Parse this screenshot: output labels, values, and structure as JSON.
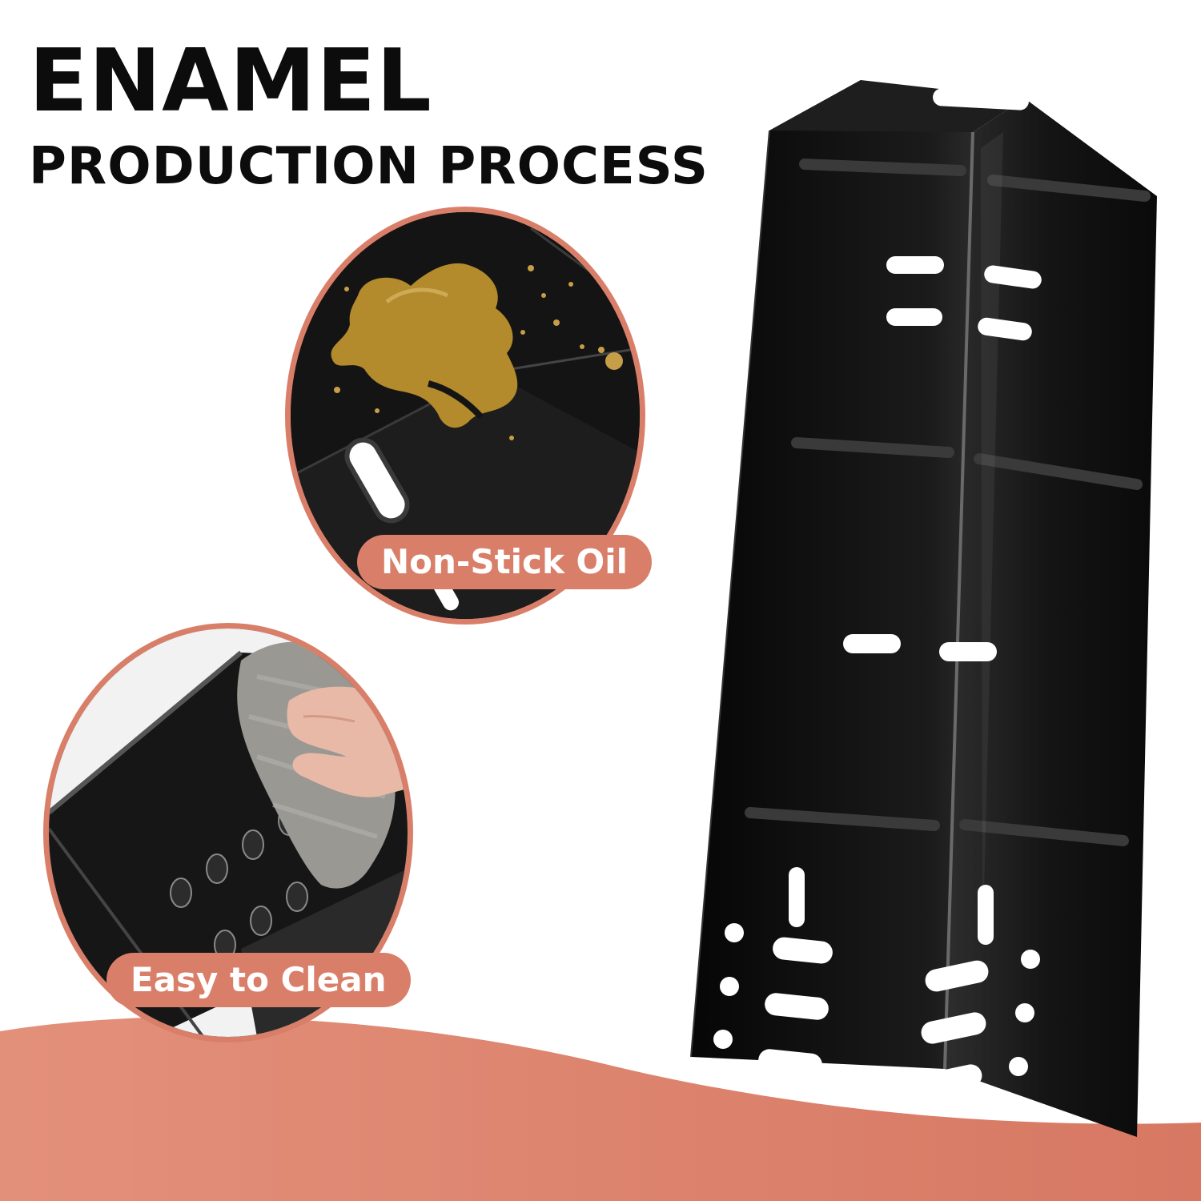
{
  "headline": {
    "line1": "ENAMEL",
    "line2": "PRODUCTION PROCESS"
  },
  "features": [
    {
      "label": "Non-Stick Oil",
      "icon": "oil-stain-photo"
    },
    {
      "label": "Easy to Clean",
      "icon": "wiping-cloth-photo"
    }
  ],
  "product": {
    "icon": "enamel-heat-plate"
  },
  "colors": {
    "accent": "#d97f69",
    "enamel": "#111111",
    "oil": "#b38a2c",
    "text": "#0c0c0c"
  }
}
